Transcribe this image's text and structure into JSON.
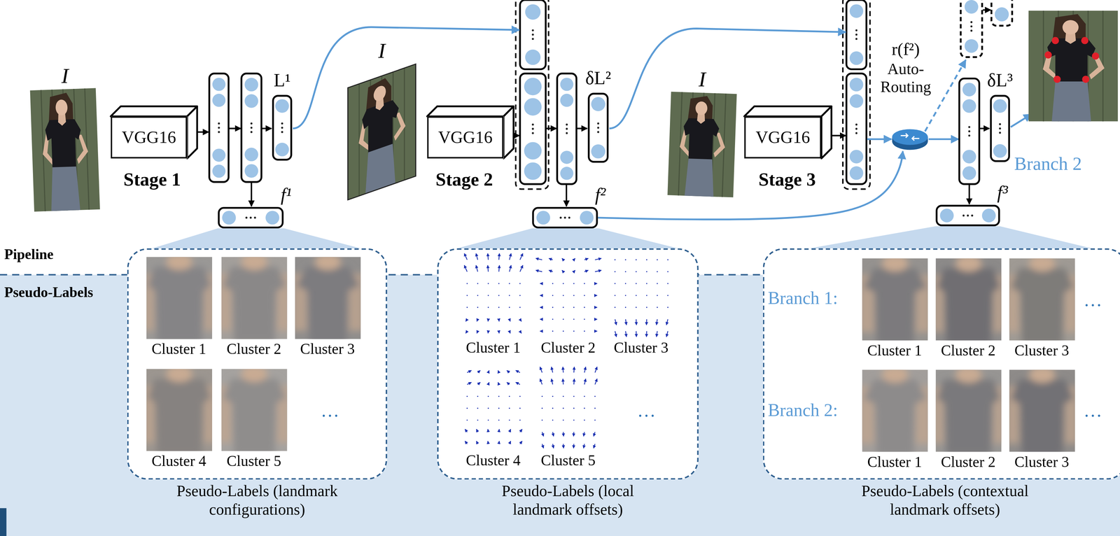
{
  "diagram": {
    "nodes": [
      {
        "text": [
          "I"
        ]
      },
      {
        "text": [
          "VGG16"
        ]
      },
      {
        "text": [
          "L¹"
        ]
      },
      {
        "text": [
          "f¹"
        ]
      },
      {
        "text": [
          "I"
        ]
      },
      {
        "text": [
          "VGG16"
        ]
      },
      {
        "text": [
          "δL²"
        ]
      },
      {
        "text": [
          "f²"
        ]
      },
      {
        "text": [
          "I"
        ]
      },
      {
        "text": [
          "VGG16"
        ]
      },
      {
        "text": [
          "r(f²)",
          "Auto-Routing"
        ]
      },
      {
        "text": [
          "δL³"
        ]
      },
      {
        "text": [
          "f³"
        ]
      },
      {
        "text": [
          "Pseudo-Labels (landmark configurations)"
        ]
      },
      {
        "text": [
          "Cluster 1"
        ],
        "in": 13
      },
      {
        "text": [
          "Cluster 2"
        ],
        "in": 13
      },
      {
        "text": [
          "Cluster 3"
        ],
        "in": 13
      },
      {
        "text": [
          "Cluster 4"
        ],
        "in": 13
      },
      {
        "text": [
          "Cluster 5"
        ],
        "in": 13
      },
      {
        "text": [
          "Pseudo-Labels (local landmark offsets)"
        ]
      },
      {
        "text": [
          "Cluster 1"
        ],
        "in": 19
      },
      {
        "text": [
          "Cluster 2"
        ],
        "in": 19
      },
      {
        "text": [
          "Cluster 3"
        ],
        "in": 19
      },
      {
        "text": [
          "Cluster 4"
        ],
        "in": 19
      },
      {
        "text": [
          "Cluster 5"
        ],
        "in": 19
      },
      {
        "text": [
          "Pseudo-Labels (contextual landmark offsets)"
        ]
      },
      {
        "text": [
          "Cluster 1"
        ],
        "in": 25
      },
      {
        "text": [
          "Cluster 2"
        ],
        "in": 25
      },
      {
        "text": [
          "Cluster 3"
        ],
        "in": 25
      },
      {
        "text": [
          "Cluster 1"
        ],
        "in": 25
      },
      {
        "text": [
          "Cluster 2"
        ],
        "in": 25
      },
      {
        "text": [
          "Cluster 3"
        ],
        "in": 25
      }
    ],
    "edges": [
      {
        "from": 7,
        "to": 10,
        "arrow": "to"
      }
    ],
    "labels": [
      "Stage 1",
      "Stage 2",
      "Stage 3",
      "Branch 2",
      "Pipeline",
      "Pseudo-Labels",
      "…",
      "…",
      "Branch 1:",
      "…",
      "Branch 2:",
      "…"
    ]
  }
}
